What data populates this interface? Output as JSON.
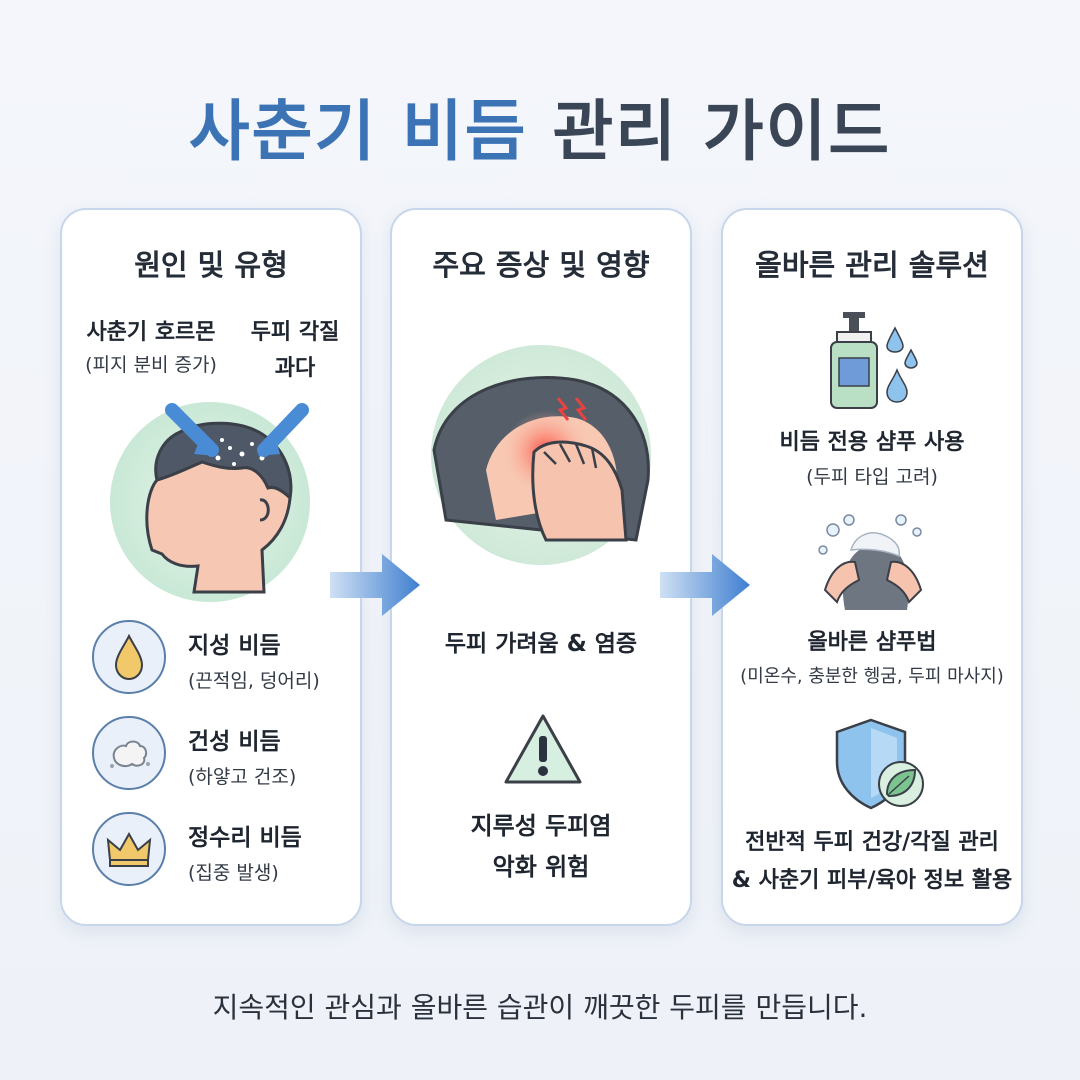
{
  "title": {
    "accent": "사춘기 비듬",
    "rest": "관리 가이드"
  },
  "cards": [
    {
      "title": "원인 및 유형",
      "causes": [
        {
          "label": "사춘기 호르몬",
          "detail": "(피지 분비 증가)"
        },
        {
          "label_line1": "두피 각질",
          "label_line2": "과다"
        }
      ],
      "types": [
        {
          "label": "지성 비듬",
          "desc": "(끈적임, 덩어리)",
          "icon": "oil-drop-icon"
        },
        {
          "label": "건성 비듬",
          "desc": "(하얗고 건조)",
          "icon": "dry-flake-icon"
        },
        {
          "label": "정수리 비듬",
          "desc": "(집중 발생)",
          "icon": "crown-icon"
        }
      ]
    },
    {
      "title": "주요 증상 및 영향",
      "symptom": "두피 가려움 & 염증",
      "risk_line1": "지루성 두피염",
      "risk_line2": "악화 위험"
    },
    {
      "title": "올바른 관리 솔루션",
      "solutions": [
        {
          "label": "비듬 전용 샴푸 사용",
          "desc": "(두피 타입 고려)",
          "icon": "shampoo-bottle-icon"
        },
        {
          "label": "올바른 샴푸법",
          "desc": "(미온수, 충분한 헹굼, 두피 마사지)",
          "icon": "hair-washing-icon"
        },
        {
          "label_line1": "전반적 두피 건강/각질 관리",
          "label_line2": "& 사춘기 피부/육아 정보 활용",
          "icon": "shield-leaf-icon"
        }
      ]
    }
  ],
  "footer": "지속적인 관심과 올바른 습관이 깨끗한 두피를 만듭니다.",
  "colors": {
    "accent": "#3b73b5",
    "border": "#c7d6ea",
    "alert": "#e8433f"
  }
}
